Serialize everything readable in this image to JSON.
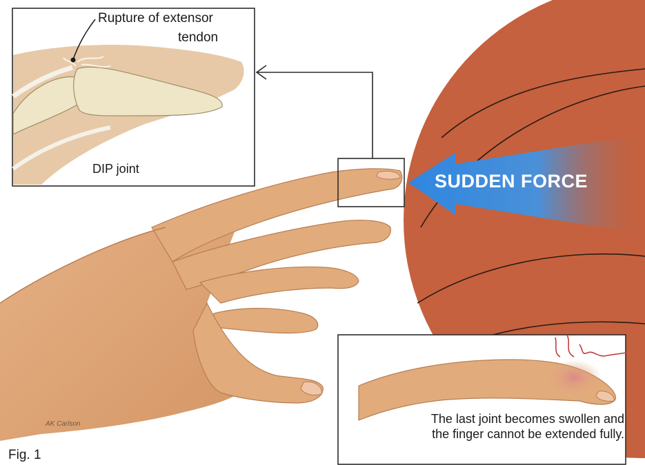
{
  "labels": {
    "top_caption": "",
    "inset_top_title_line1": "Rupture of extensor",
    "inset_top_title_line2": "tendon",
    "inset_top_joint": "DIP joint",
    "force": "SUDDEN FORCE",
    "inset_bottom_caption": "The last joint becomes swollen and the finger cannot be extended fully.",
    "figure": "Fig. 1",
    "signature": "AK Carlson"
  },
  "colors": {
    "ball": "#c5613e",
    "ball_seams": "#2a1a14",
    "skin": "#e2ab7c",
    "skin_shadow": "#b87d52",
    "inset_bg": "#e7c9a8",
    "bone": "#efe6c8",
    "arrow": "#3f8fe0",
    "swelling": "#d9868a"
  }
}
